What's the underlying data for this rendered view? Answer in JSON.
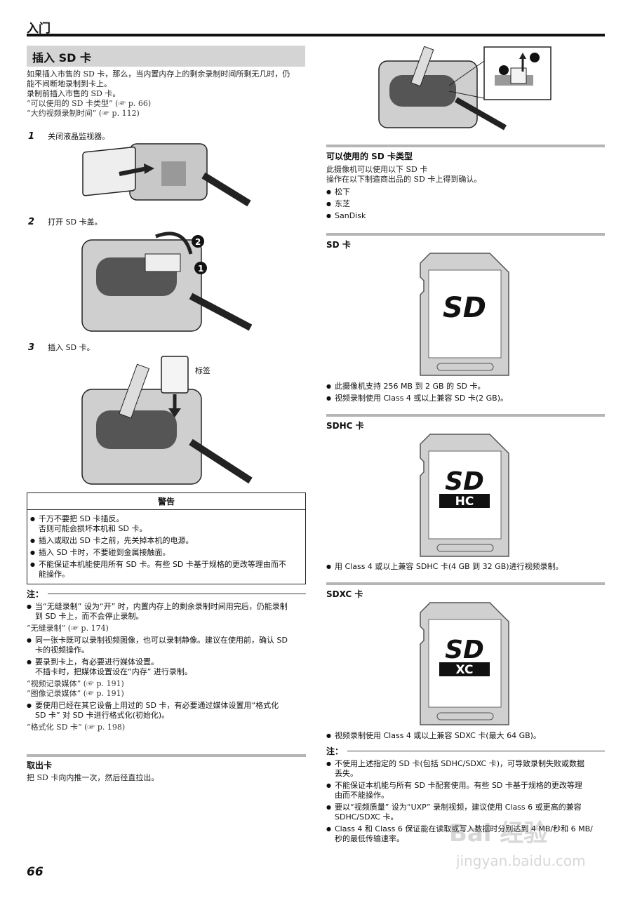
{
  "header": {
    "title": "入门"
  },
  "section": {
    "title": "插入 SD 卡",
    "intro": [
      "如果插入市售的 SD 卡，那么，当内置内存上的剩余录制时间所剩无几时，仍",
      "能不间断地录制到卡上。",
      "录制前插入市售的 SD 卡。",
      "“可以使用的 SD 卡类型” (☞ p. 66)",
      "“大约视频录制时间” (☞ p. 112)"
    ]
  },
  "steps": [
    {
      "num": "1",
      "text": "关闭液晶监视器。"
    },
    {
      "num": "2",
      "text": "打开 SD 卡盖。"
    },
    {
      "num": "3",
      "text": "插入 SD 卡。"
    }
  ],
  "figure3_label": "标签",
  "figure2_markers": [
    "1",
    "2"
  ],
  "warning": {
    "title": "警告",
    "items": [
      [
        "千万不要把 SD 卡插反。",
        "否则可能会损坏本机和 SD 卡。"
      ],
      [
        "插入或取出 SD 卡之前，先关掉本机的电源。"
      ],
      [
        "插入 SD 卡时，不要碰到金属接触面。"
      ],
      [
        "不能保证本机能使用所有 SD 卡。有些 SD 卡基于规格的更改等理由而不",
        "能操作。"
      ]
    ]
  },
  "notes_left": {
    "label": "注：",
    "blocks": [
      {
        "bullet": [
          "当“无缝录制” 设为“开” 时，内置内存上的剩余录制时间用完后，仍能录制",
          "到 SD 卡上，而不会停止录制。"
        ],
        "refs": [
          "“无缝录制” (☞ p. 174)"
        ]
      },
      {
        "bullet": [
          "同一张卡既可以录制视频图像，也可以录制静像。建议在使用前，确认 SD",
          "卡的视频操作。"
        ],
        "refs": []
      },
      {
        "bullet": [
          "要录到卡上，有必要进行媒体设置。",
          "不插卡时，把媒体设置设在“内存” 进行录制。"
        ],
        "refs": [
          "“视频记录媒体” (☞ p. 191)",
          "“图像记录媒体” (☞ p. 191)"
        ]
      },
      {
        "bullet": [
          "要使用已经在其它设备上用过的 SD 卡，有必要通过媒体设置用“格式化",
          "SD 卡” 对 SD 卡进行格式化(初始化)。"
        ],
        "refs": [
          "“格式化 SD 卡” (☞ p. 198)"
        ]
      }
    ]
  },
  "eject": {
    "title": "取出卡",
    "text": "把 SD 卡向内推一次，然后径直拉出。"
  },
  "card_types": {
    "title": "可以使用的 SD 卡类型",
    "lines": [
      "此摄像机可以使用以下 SD 卡",
      "操作在以下制造商出品的 SD 卡上得到确认。"
    ],
    "makers": [
      "松下",
      "东芝",
      "SanDisk"
    ]
  },
  "sd": {
    "title": "SD 卡",
    "logo": "SD",
    "bullets": [
      "此摄像机支持 256 MB 到 2 GB 的 SD 卡。",
      "视频录制使用 Class 4 或以上兼容 SD 卡(2 GB)。"
    ]
  },
  "sdhc": {
    "title": "SDHC 卡",
    "logo": "SD",
    "logo_sub": "HC",
    "bullets": [
      "用 Class 4 或以上兼容 SDHC 卡(4 GB 到 32 GB)进行视频录制。"
    ]
  },
  "sdxc": {
    "title": "SDXC 卡",
    "logo": "SD",
    "logo_sub": "XC",
    "bullets": [
      "视频录制使用 Class 4 或以上兼容 SDXC 卡(最大 64 GB)。"
    ]
  },
  "notes_right": {
    "label": "注：",
    "items": [
      [
        "不使用上述指定的 SD 卡(包括 SDHC/SDXC 卡)，可导致录制失败或数据",
        "丢失。"
      ],
      [
        "不能保证本机能与所有 SD 卡配套使用。有些 SD 卡基于规格的更改等理",
        "由而不能操作。"
      ],
      [
        "要以“视频质量” 设为“UXP” 录制视频，建议使用 Class 6 或更高的兼容",
        "SDHC/SDXC 卡。"
      ],
      [
        "Class 4 和 Class 6 保证能在读取或写入数据时分别达到 4 MB/秒和 6 MB/",
        "秒的最低传输速率。"
      ]
    ]
  },
  "page_number": "66",
  "watermark": {
    "brand": "Bai 经验",
    "url": "jingyan.baidu.com"
  }
}
